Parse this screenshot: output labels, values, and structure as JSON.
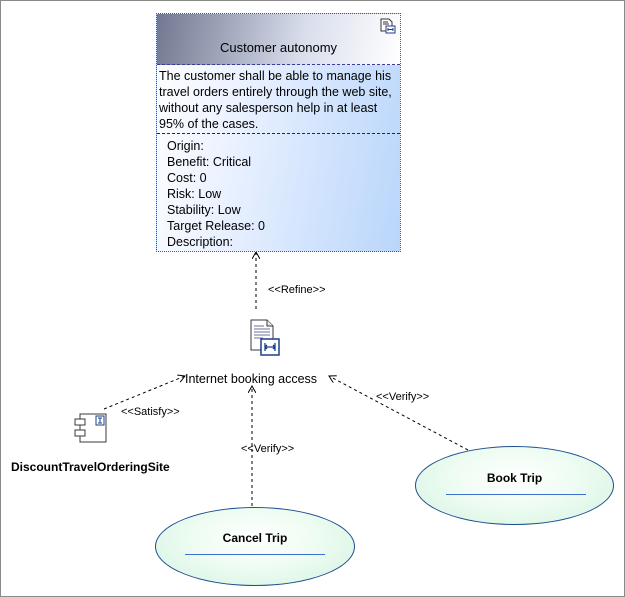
{
  "requirement": {
    "title": "Customer autonomy",
    "text": "The customer shall be able to manage his travel orders entirely through the web site, without any salesperson help in at least 95% of the cases.",
    "properties": [
      {
        "label": "Origin:",
        "value": ""
      },
      {
        "label": "Benefit:",
        "value": "Critical"
      },
      {
        "label": "Cost:",
        "value": "0"
      },
      {
        "label": "Risk:",
        "value": "Low"
      },
      {
        "label": "Stability:",
        "value": "Low"
      },
      {
        "label": "Target Release:",
        "value": "0"
      },
      {
        "label": "Description:",
        "value": ""
      }
    ],
    "icon": "requirement-icon"
  },
  "artifact": {
    "label": "Internet booking access",
    "icon": "document-artifact-icon"
  },
  "component": {
    "label": "DiscountTravelOrderingSite",
    "icon": "component-icon"
  },
  "use_cases": {
    "book_trip": "Book Trip",
    "cancel_trip": "Cancel Trip"
  },
  "relations": {
    "refine": "<<Refine>>",
    "satisfy": "<<Satisfy>>",
    "verify_cancel": "<<Verify>>",
    "verify_book": "<<Verify>>"
  },
  "colors": {
    "link": "#000000",
    "usecase_border": "#1e4f8c",
    "box_border": "#4a4ab8"
  }
}
